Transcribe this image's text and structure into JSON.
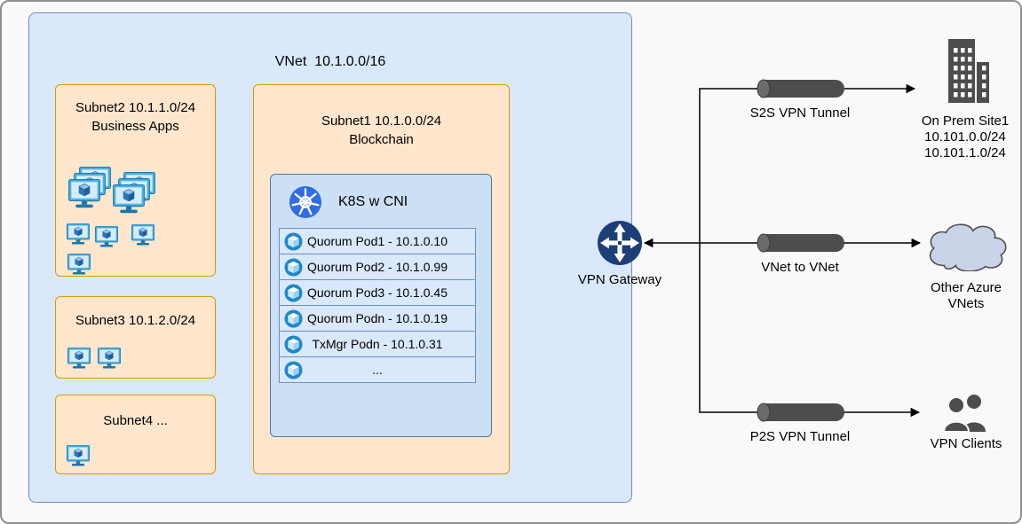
{
  "vnet": {
    "title": "VNet  10.1.0.0/16",
    "subnet2": {
      "line1": "Subnet2 10.1.1.0/24",
      "line2": "Business Apps"
    },
    "subnet3": {
      "line1": "Subnet3 10.1.2.0/24"
    },
    "subnet4": {
      "line1": "Subnet4 ..."
    },
    "subnet1": {
      "line1": "Subnet1 10.1.0.0/24",
      "line2": "Blockchain",
      "k8s": {
        "title": "K8S w CNI",
        "pods": [
          "Quorum Pod1 - 10.1.0.10",
          "Quorum Pod2 - 10.1.0.99",
          "Quorum Pod3 - 10.1.0.45",
          "Quorum Podn - 10.1.0.19",
          "TxMgr Podn - 10.1.0.31",
          "..."
        ]
      }
    }
  },
  "gateway": {
    "label": "VPN Gateway"
  },
  "tunnels": {
    "s2s": {
      "label": "S2S VPN Tunnel"
    },
    "vnet_to_vnet": {
      "label": "VNet to VNet"
    },
    "p2s": {
      "label": "P2S VPN Tunnel"
    }
  },
  "endpoints": {
    "on_prem": {
      "line1": "On Prem Site1",
      "line2": "10.101.0.0/24",
      "line3": "10.101.1.0/24"
    },
    "other_vnets": {
      "line1": "Other Azure",
      "line2": "VNets"
    },
    "vpn_clients": {
      "label": "VPN Clients"
    }
  },
  "colors": {
    "vnet_fill": "#dae8fc",
    "vnet_border": "#6c8ebf",
    "subnet_fill": "#ffe6cc",
    "subnet_border": "#d79b00",
    "k8s_fill": "#cce0f5",
    "k8s_border": "#4a7aa6",
    "pod_row_fill": "#dae8fc",
    "pod_row_border": "#6c8ebf",
    "tunnel_gray": "#4d4d4d",
    "gateway_navy": "#1c3f77",
    "kubernetes_blue": "#326ce5",
    "cloud_fill": "#c9d4e8",
    "connector_black": "#000000"
  }
}
